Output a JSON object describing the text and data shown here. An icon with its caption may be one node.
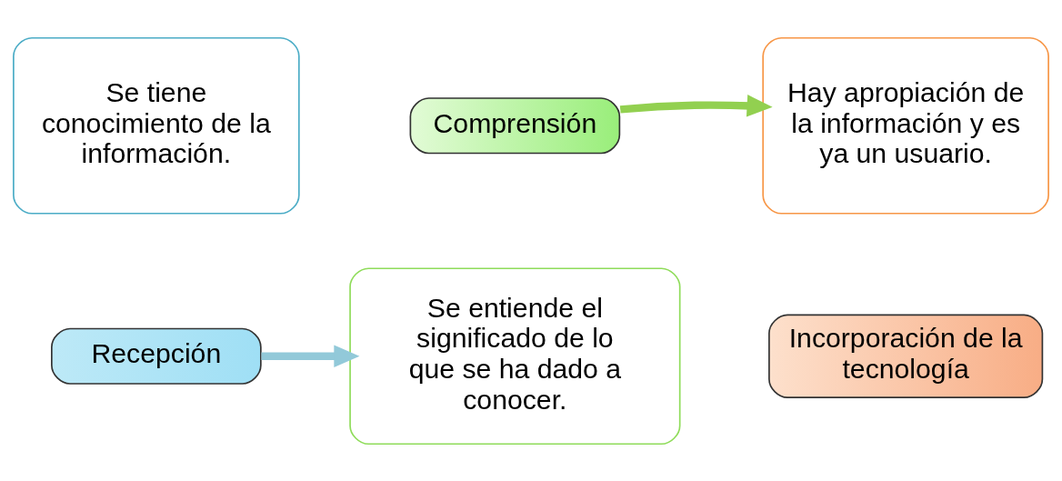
{
  "diagram": {
    "nodes": [
      {
        "text": [
          "Se tiene conocimiento de la información."
        ]
      },
      {
        "text": [
          "Recepción"
        ]
      },
      {
        "text": [
          "Comprensión"
        ]
      },
      {
        "text": [
          "Se entiende el significado de lo que se ha dado a conocer."
        ]
      },
      {
        "text": [
          "Hay apropiación de la información y es ya un usuario."
        ]
      },
      {
        "text": [
          "Incorporación de la tecnología"
        ]
      }
    ],
    "edges": [
      {
        "from": 1,
        "to": 3,
        "arrow": "to",
        "color": "#92c9d9"
      },
      {
        "from": 2,
        "to": 4,
        "arrow": "to",
        "color": "#92d050"
      }
    ]
  }
}
